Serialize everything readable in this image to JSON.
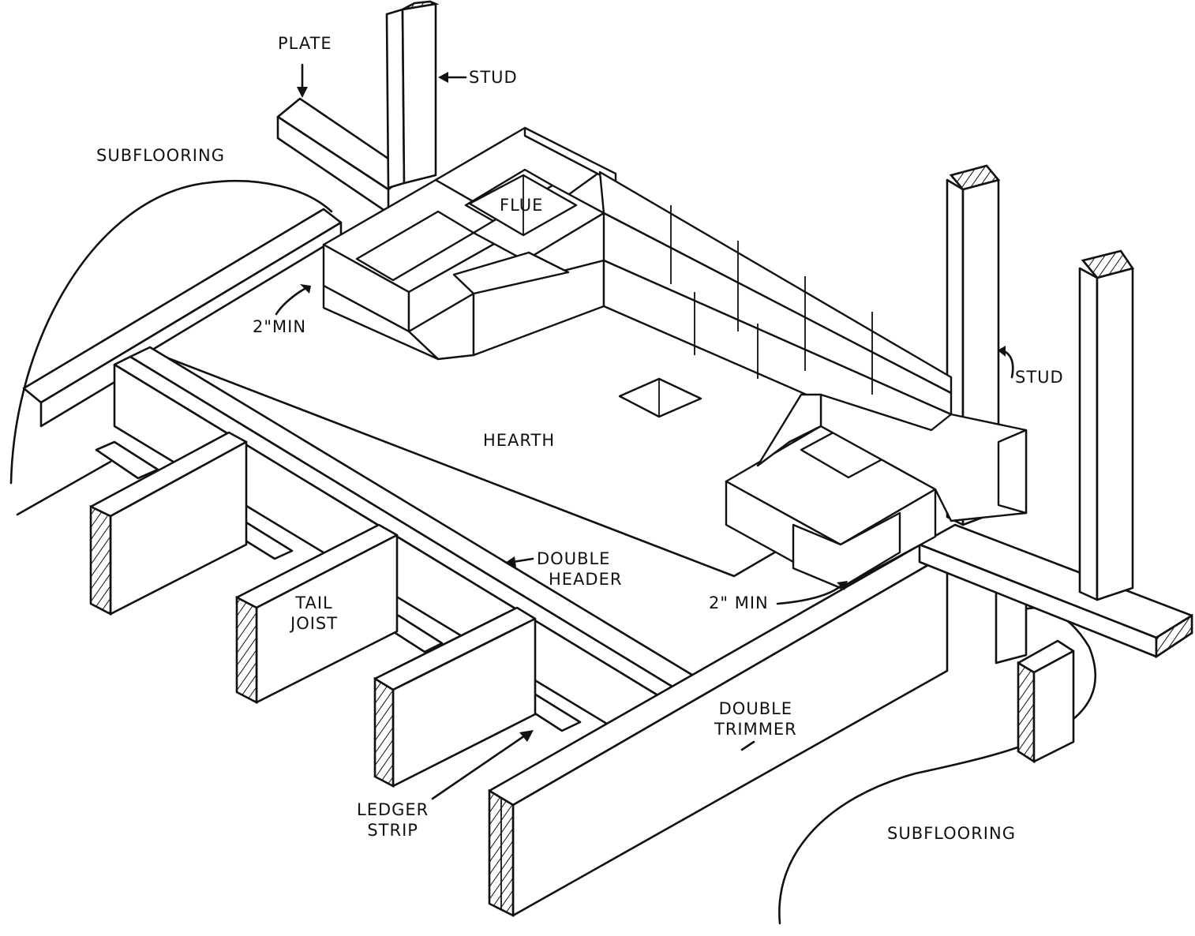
{
  "labels": {
    "plate": "PLATE",
    "stud_top": "STUD",
    "subflooring_left": "SUBFLOORING",
    "flue": "FLUE",
    "min_left": "2\"MIN",
    "stud_right": "STUD",
    "hearth": "HEARTH",
    "double_header_1": "DOUBLE",
    "double_header_2": "HEADER",
    "tail_joist_1": "TAIL",
    "tail_joist_2": "JOIST",
    "min_right": "2\" MIN",
    "double_trimmer_1": "DOUBLE",
    "double_trimmer_2": "TRIMMER",
    "ledger_strip_1": "LEDGER",
    "ledger_strip_2": "STRIP",
    "subflooring_right": "SUBFLOORING"
  }
}
